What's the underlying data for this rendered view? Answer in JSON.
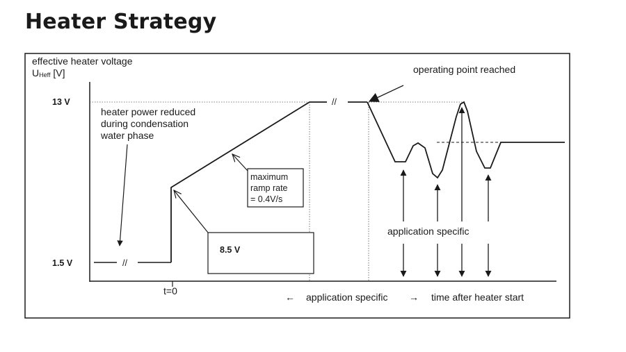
{
  "title": "Heater Strategy",
  "diagram": {
    "y_axis_label_line1": "effective heater voltage",
    "y_axis_label_sym": "U",
    "y_axis_label_sub": "Heff",
    "y_axis_label_unit": " [V]",
    "tick_13v": "13 V",
    "tick_1_5v": "1.5 V",
    "t0_label": "t=0",
    "reduced_line1": "heater power reduced",
    "reduced_line2": "during condensation",
    "reduced_line3": "water phase",
    "ramp_line1": "maximum",
    "ramp_line2": "ramp rate",
    "ramp_line3": "= 0.4V/s",
    "box_value": "8.5 V",
    "operating_point": "operating point reached",
    "app_specific_mid": "application specific",
    "bottom_left_arrow": "←",
    "bottom_app_specific": "application specific",
    "bottom_right_arrow": "→",
    "bottom_time": "time after heater start",
    "break_mark": "//"
  }
}
